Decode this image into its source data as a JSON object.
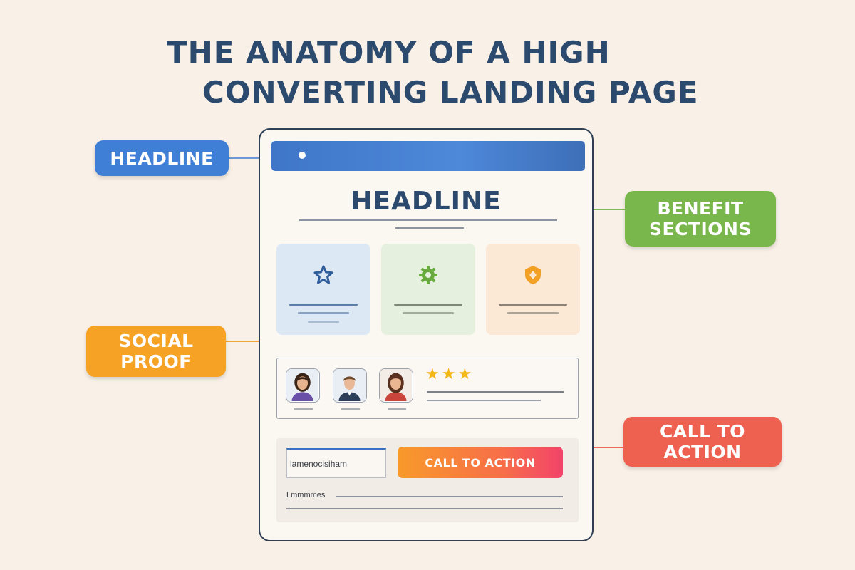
{
  "title": {
    "line1": "THE ANATOMY OF A HIGH",
    "line2": "CONVERTING LANDING PAGE"
  },
  "callouts": {
    "headline": {
      "label": "HEADLINE",
      "color": "#3f7fd6"
    },
    "benefits": {
      "label_line1": "BENEFIT",
      "label_line2": "SECTIONS",
      "color": "#79b74c"
    },
    "social_proof": {
      "label_line1": "SOCIAL",
      "label_line2": "PROOF",
      "color": "#f6a325"
    },
    "cta": {
      "label_line1": "CALL TO",
      "label_line2": "ACTION",
      "color": "#ee6150"
    }
  },
  "mockup": {
    "headline": "HEADLINE",
    "benefit_cards": [
      {
        "icon": "star-icon",
        "bg": "#dde8f5",
        "accent": "#2f5d9a"
      },
      {
        "icon": "gear-icon",
        "bg": "#e5f0de",
        "accent": "#6aab3f"
      },
      {
        "icon": "shield-icon",
        "bg": "#fbe9d6",
        "accent": "#f2a127"
      }
    ],
    "social_proof": {
      "avatars": [
        "avatar-woman-1",
        "avatar-man",
        "avatar-woman-2"
      ],
      "stars": "★★★"
    },
    "cta_section": {
      "email_field_text": "lamenocisiham",
      "button_label": "CALL TO ACTION",
      "small_label": "Lmmmmes"
    }
  }
}
